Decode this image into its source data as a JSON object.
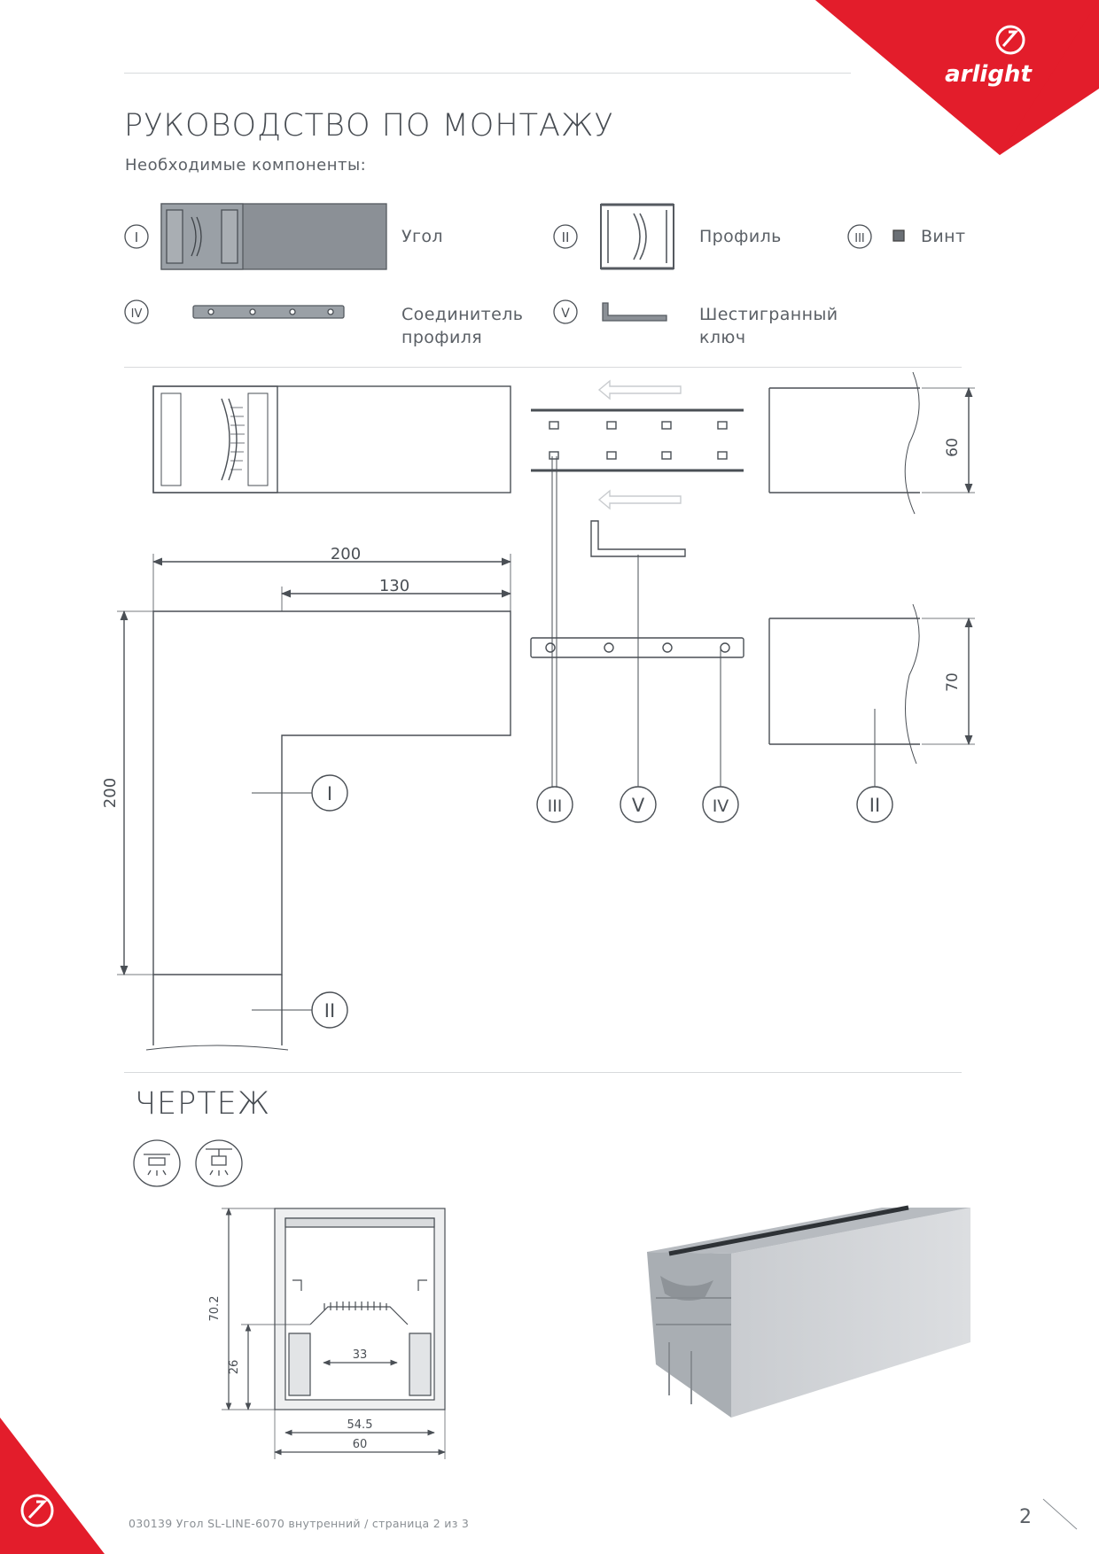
{
  "brand": {
    "name": "arlight",
    "color": "#e31d2b"
  },
  "title": "РУКОВОДСТВО ПО МОНТАЖУ",
  "subtitle": "Необходимые компоненты:",
  "components": [
    {
      "num": "I",
      "label": "Угол"
    },
    {
      "num": "II",
      "label": "Профиль"
    },
    {
      "num": "III",
      "label": "Винт"
    },
    {
      "num": "IV",
      "label": "Соединитель профиля"
    },
    {
      "num": "V",
      "label": "Шестигранный ключ"
    }
  ],
  "assembly": {
    "dim_total": "200",
    "dim_inner": "130",
    "dim_height": "200",
    "dim_profile_top": "60",
    "dim_profile_side": "70",
    "callouts": [
      "I",
      "II",
      "III",
      "V",
      "IV",
      "II"
    ]
  },
  "drawing": {
    "title": "ЧЕРТЕЖ",
    "mount_icons": [
      "pendant-mount-icon",
      "suspended-mount-icon"
    ],
    "dims": {
      "height": "70.2",
      "inner_h": "26",
      "inner_w": "33",
      "width_inner": "54.5",
      "width": "60"
    }
  },
  "footer": {
    "text": "030139 Угол SL-LINE-6070 внутренний / страница 2 из 3",
    "page": "2"
  }
}
